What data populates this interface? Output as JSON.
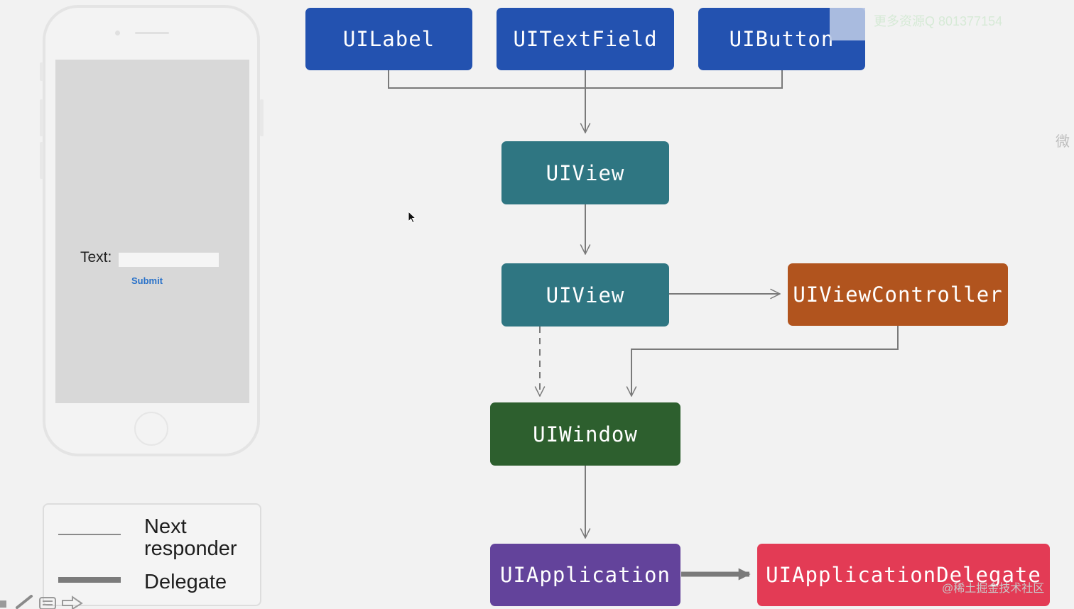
{
  "nodes": {
    "uilabel": "UILabel",
    "uitextfield": "UITextField",
    "uibutton": "UIButton",
    "uiview_top": "UIView",
    "uiview_mid": "UIView",
    "uiviewcontroller": "UIViewController",
    "uiwindow": "UIWindow",
    "uiapplication": "UIApplication",
    "uiapplicationdelegate": "UIApplicationDelegate"
  },
  "phone": {
    "text_label": "Text:",
    "submit_label": "Submit"
  },
  "legend": {
    "next_responder": "Next\nresponder",
    "delegate": "Delegate"
  },
  "watermarks": {
    "top": "更多资源Q  801377154",
    "right": "微",
    "bottom": "@稀土掘金技术社区"
  },
  "colors": {
    "blue": "#2352b0",
    "teal": "#2f7682",
    "orange": "#b1541e",
    "green": "#2d5f2e",
    "purple": "#63439b",
    "red": "#e33b55",
    "line": "#7a7a7a"
  },
  "icons": [
    "cursor-icon",
    "pen-icon",
    "menu-icon",
    "arrow-right-icon"
  ]
}
